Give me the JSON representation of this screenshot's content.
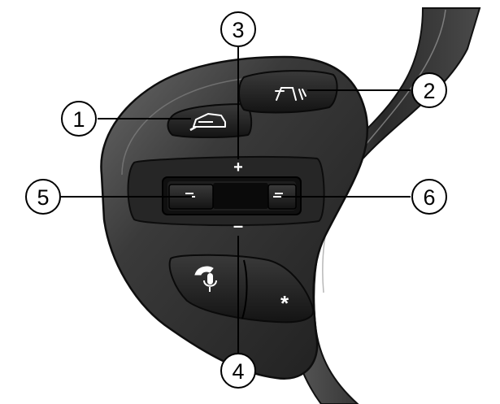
{
  "diagram": {
    "callouts": [
      {
        "id": 1,
        "label": "1"
      },
      {
        "id": 2,
        "label": "2"
      },
      {
        "id": 3,
        "label": "3"
      },
      {
        "id": 4,
        "label": "4"
      },
      {
        "id": 5,
        "label": "5"
      },
      {
        "id": 6,
        "label": "6"
      }
    ],
    "symbols": {
      "plus": "+",
      "minus": "–",
      "star": "*"
    },
    "icons": {
      "cruise_button": "cruise-control-car-icon",
      "distance_button": "following-distance-icon",
      "left_scroll": "scroll-left-icon",
      "right_scroll": "scroll-right-icon",
      "phone_voice_button": "phone-microphone-icon",
      "star_button": "star-icon"
    },
    "colors": {
      "housing": "#2d2d2d",
      "button": "#1c1c1c",
      "highlight": "#8a8a8a",
      "ink": "#000000",
      "glyph": "#ffffff"
    }
  }
}
